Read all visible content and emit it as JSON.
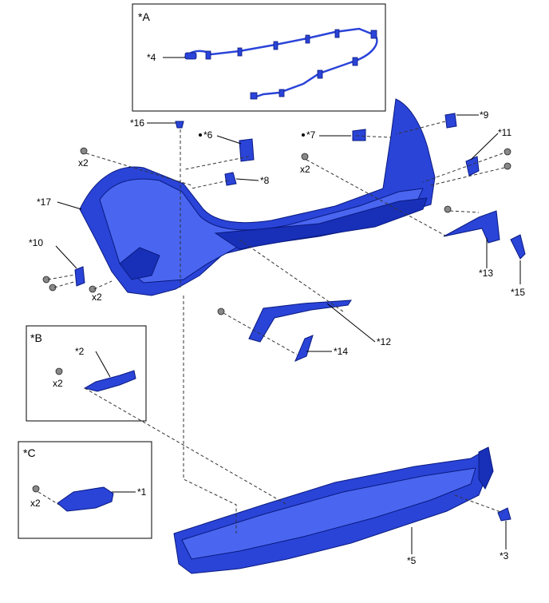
{
  "insets": {
    "a": "*A",
    "b": "*B",
    "c": "*C"
  },
  "labels": {
    "p1": "*1",
    "p2": "*2",
    "p3": "*3",
    "p4": "*4",
    "p5": "*5",
    "p6": "*6",
    "p7": "*7",
    "p8": "*8",
    "p9": "*9",
    "p10": "*10",
    "p11": "*11",
    "p12": "*12",
    "p13": "*13",
    "p14": "*14",
    "p15": "*15",
    "p16": "*16",
    "p17": "*17"
  },
  "quantities": {
    "q1": "x2",
    "q2": "x2",
    "q3": "x2",
    "q4": "x2",
    "q5": "x2"
  },
  "colors": {
    "part_blue": "#2a44d8",
    "outline": "#0a1a80"
  }
}
